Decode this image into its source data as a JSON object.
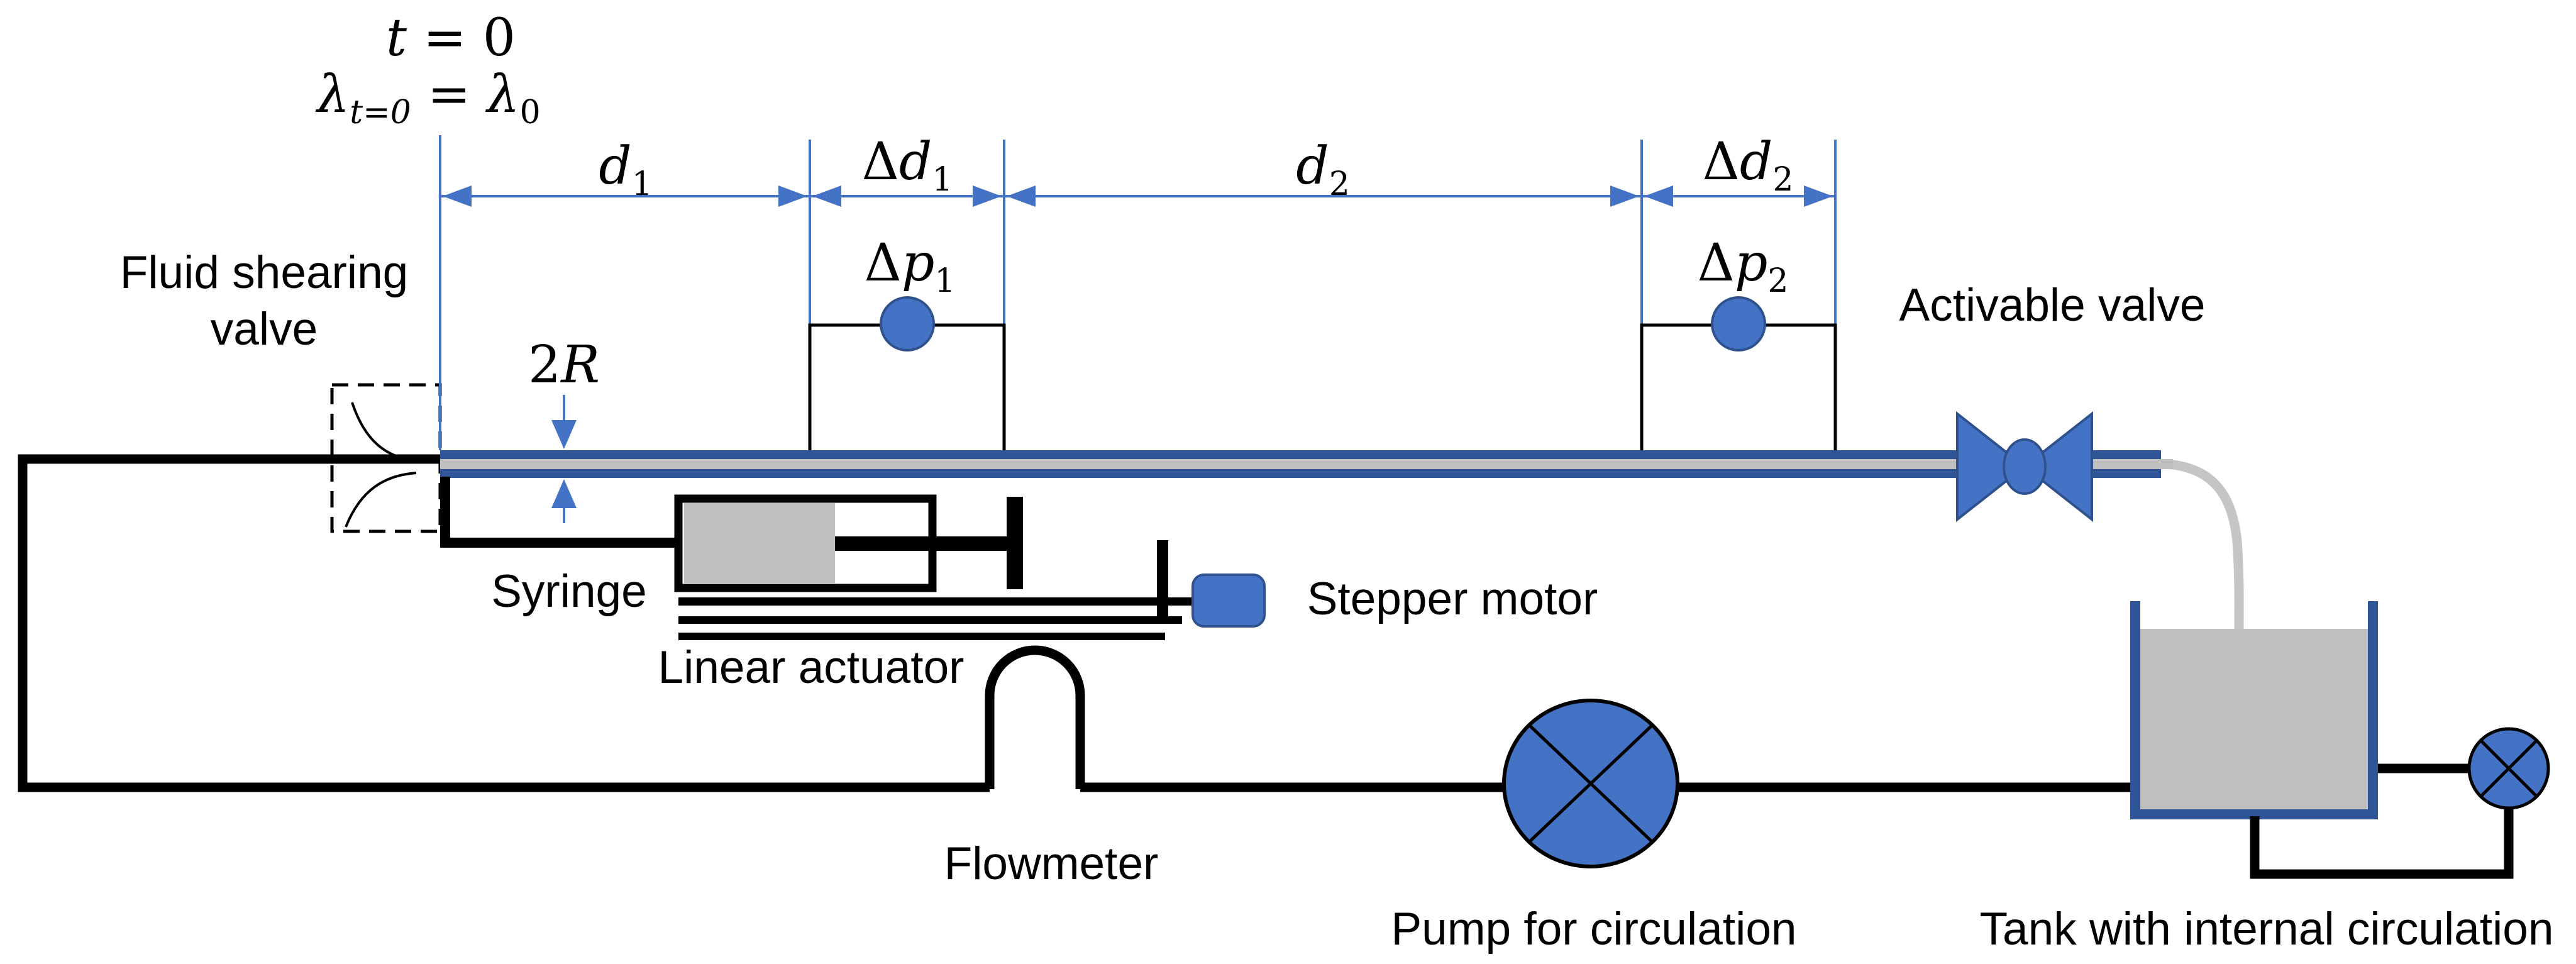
{
  "initial_conditions": {
    "time": {
      "var": "t",
      "rest": " = 0"
    },
    "lambda": {
      "lhs": "λ",
      "lhs_sub": "t=0",
      "eq": " = ",
      "rhs": "λ",
      "rhs_sub": "0"
    }
  },
  "dimension_labels": [
    {
      "prefix": "",
      "main": "d",
      "sub": "1"
    },
    {
      "prefix": "Δ",
      "main": "d",
      "sub": "1"
    },
    {
      "prefix": "",
      "main": "d",
      "sub": "2"
    },
    {
      "prefix": "Δ",
      "main": "d",
      "sub": "2"
    }
  ],
  "pressure_sensors": [
    {
      "prefix": "Δ",
      "main": "p",
      "sub": "1"
    },
    {
      "prefix": "Δ",
      "main": "p",
      "sub": "2"
    }
  ],
  "tube_diameter_label": {
    "prefix": "2",
    "main": "R"
  },
  "component_labels": {
    "fluid_shearing_valve_line1": "Fluid shearing",
    "fluid_shearing_valve_line2": "valve",
    "syringe": "Syringe",
    "linear_actuator": "Linear actuator",
    "stepper_motor": "Stepper motor",
    "flowmeter": "Flowmeter",
    "pump": "Pump for circulation",
    "activable_valve": "Activable valve",
    "tank": "Tank with internal circulation"
  },
  "colors": {
    "accent_blue": "#4472C4",
    "accent_blue_dark": "#2F528F",
    "tube_border_blue": "#2F5597",
    "gray_fill": "#BFBFBF",
    "line_black": "#000000",
    "background": "#FFFFFF"
  }
}
